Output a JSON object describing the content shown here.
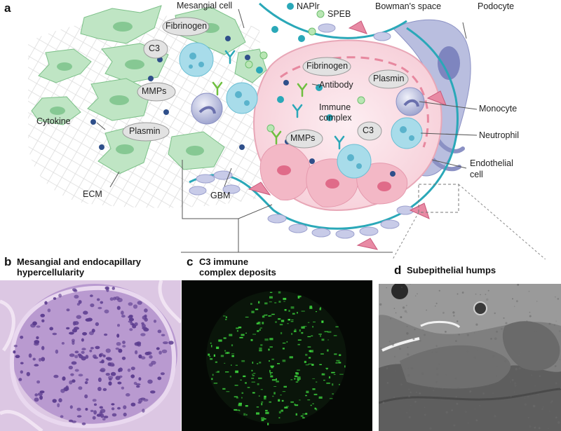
{
  "panel_a": {
    "letter": "a",
    "labels": {
      "mesangial_cell": "Mesangial cell",
      "napi": "NAPlr",
      "speb": "SPEB",
      "bowmans_space": "Bowman's space",
      "podocyte": "Podocyte",
      "cytokine": "Cytokine",
      "ecm": "ECM",
      "gbm": "GBM",
      "antibody": "Antibody",
      "immune_complex_1": "Immune",
      "immune_complex_2": "complex",
      "monocyte": "Monocyte",
      "neutrophil": "Neutrophil",
      "endothelial_1": "Endothelial",
      "endothelial_2": "cell"
    },
    "ovals": {
      "fibrinogen_outer": "Fibrinogen",
      "c3_outer": "C3",
      "mmps_outer": "MMPs",
      "plasmin_outer": "Plasmin",
      "fibrinogen_inner": "Fibrinogen",
      "plasmin_inner": "Plasmin",
      "c3_inner": "C3",
      "mmps_inner": "MMPs"
    }
  },
  "panel_b": {
    "letter": "b",
    "title_1": "Mesangial and endocapillary",
    "title_2": "hypercellularity"
  },
  "panel_c": {
    "letter": "c",
    "title_1": "C3 immune",
    "title_2": "complex deposits"
  },
  "panel_d": {
    "letter": "d",
    "title_1": "Subepithelial humps"
  },
  "colors": {
    "mesangial": "#bfe5c4",
    "neutrophil": "#a8dcea",
    "capillary": "#f7d6de",
    "podocyte": "#b9bedf",
    "gbm_line": "#2aa8b8",
    "oval": "#e2e2e2"
  }
}
